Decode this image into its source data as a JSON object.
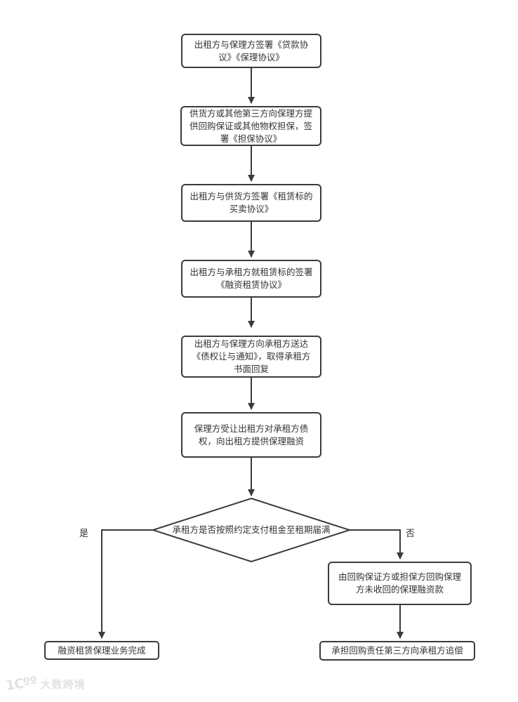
{
  "flowchart": {
    "stroke_color": "#3b3b3b",
    "text_color": "#333333",
    "node_fill": "#ffffff",
    "nodes": [
      {
        "id": "sign-loan-factoring-agreements",
        "type": "process",
        "text": "出租方与保理方签署《贷款协议》《保理协议》"
      },
      {
        "id": "provide-guarantee",
        "type": "process",
        "text": "供货方或其他第三方向保理方提供回购保证或其他物权担保，签署《担保协议》"
      },
      {
        "id": "sign-purchase-agreement",
        "type": "process",
        "text": "出租方与供货方签署《租赁标的买卖协议》"
      },
      {
        "id": "sign-finance-lease-agreement",
        "type": "process",
        "text": "出租方与承租方就租赁标的签署《融资租赁协议》"
      },
      {
        "id": "deliver-assignment-notice",
        "type": "process",
        "text": "出租方与保理方向承租方送达《债权让与通知》，取得承租方书面回复"
      },
      {
        "id": "factoring-financing",
        "type": "process",
        "text": "保理方受让出租方对承租方债权，向出租方提供保理融资"
      },
      {
        "id": "decision-rent-paid",
        "type": "decision",
        "text": "承租方是否按照约定支付租金至租期届满"
      },
      {
        "id": "repurchase-unrecovered-funds",
        "type": "process",
        "text": "由回购保证方或担保方回购保理方未收回的保理融资款"
      },
      {
        "id": "business-complete",
        "type": "terminal",
        "text": "融资租赁保理业务完成"
      },
      {
        "id": "third-party-recourse",
        "type": "terminal",
        "text": "承担回购责任第三方向承租方追偿"
      }
    ],
    "edge_labels": {
      "yes": "是",
      "no": "否"
    }
  },
  "watermark": {
    "logo": "1Cºº",
    "text": "大数跨境",
    "color": "#e2e2e2"
  }
}
